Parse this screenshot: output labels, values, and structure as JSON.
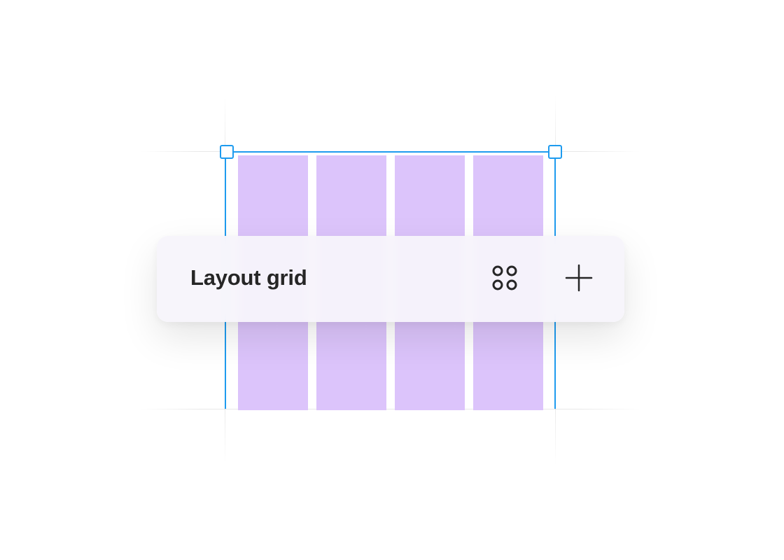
{
  "panel": {
    "title": "Layout grid",
    "actions": [
      {
        "name": "grid-styles",
        "icon": "four-dots-icon"
      },
      {
        "name": "add",
        "icon": "plus-icon"
      }
    ]
  },
  "frame": {
    "column_count": 4,
    "column_color": "#dcc4fb",
    "selection_color": "#1e9bef"
  }
}
